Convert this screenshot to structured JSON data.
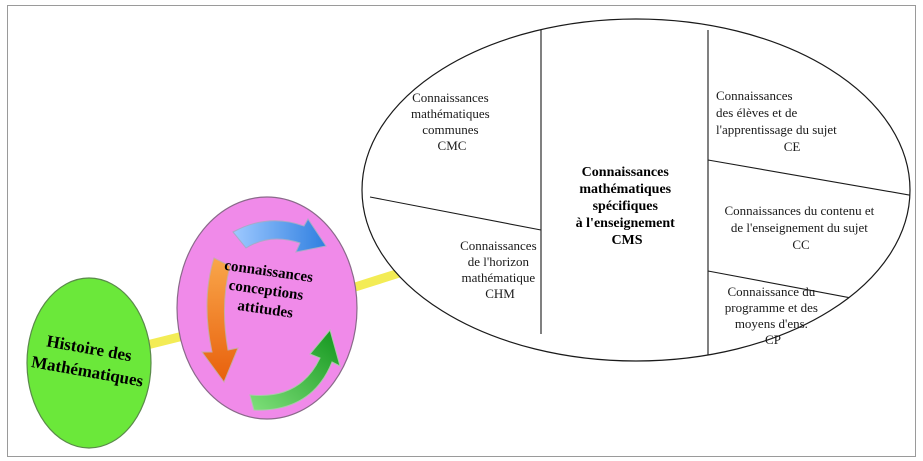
{
  "colors": {
    "history_circle": "#6be83a",
    "center_circle": "#f08ae9",
    "connector": "#f3ec55",
    "arrow_blue": "#4f9ef5",
    "arrow_orange": "#f47b1e",
    "arrow_green": "#22b02a"
  },
  "history": {
    "lines": [
      "Histoire des",
      "Mathématiques"
    ]
  },
  "center": {
    "lines": [
      "connaissances",
      "conceptions",
      "attitudes"
    ]
  },
  "cells": {
    "cmc": {
      "lines": [
        "Connaissances",
        "mathématiques",
        "communes",
        "CMC"
      ]
    },
    "chm": {
      "lines": [
        "Connaissances",
        "de l'horizon",
        "mathématique",
        "CHM"
      ]
    },
    "cms": {
      "lines": [
        "Connaissances",
        "mathématiques",
        "spécifiques",
        "à l'enseignement",
        "CMS"
      ]
    },
    "ce": {
      "lines": [
        "Connaissances",
        "des élèves et de",
        "l'apprentissage du sujet",
        "CE"
      ]
    },
    "cc": {
      "lines": [
        "Connaissances du contenu et",
        "de l'enseignement du sujet",
        "CC"
      ]
    },
    "cp": {
      "lines": [
        "Connaissance du",
        "programme et des",
        "moyens d'ens.",
        "CP"
      ]
    }
  }
}
